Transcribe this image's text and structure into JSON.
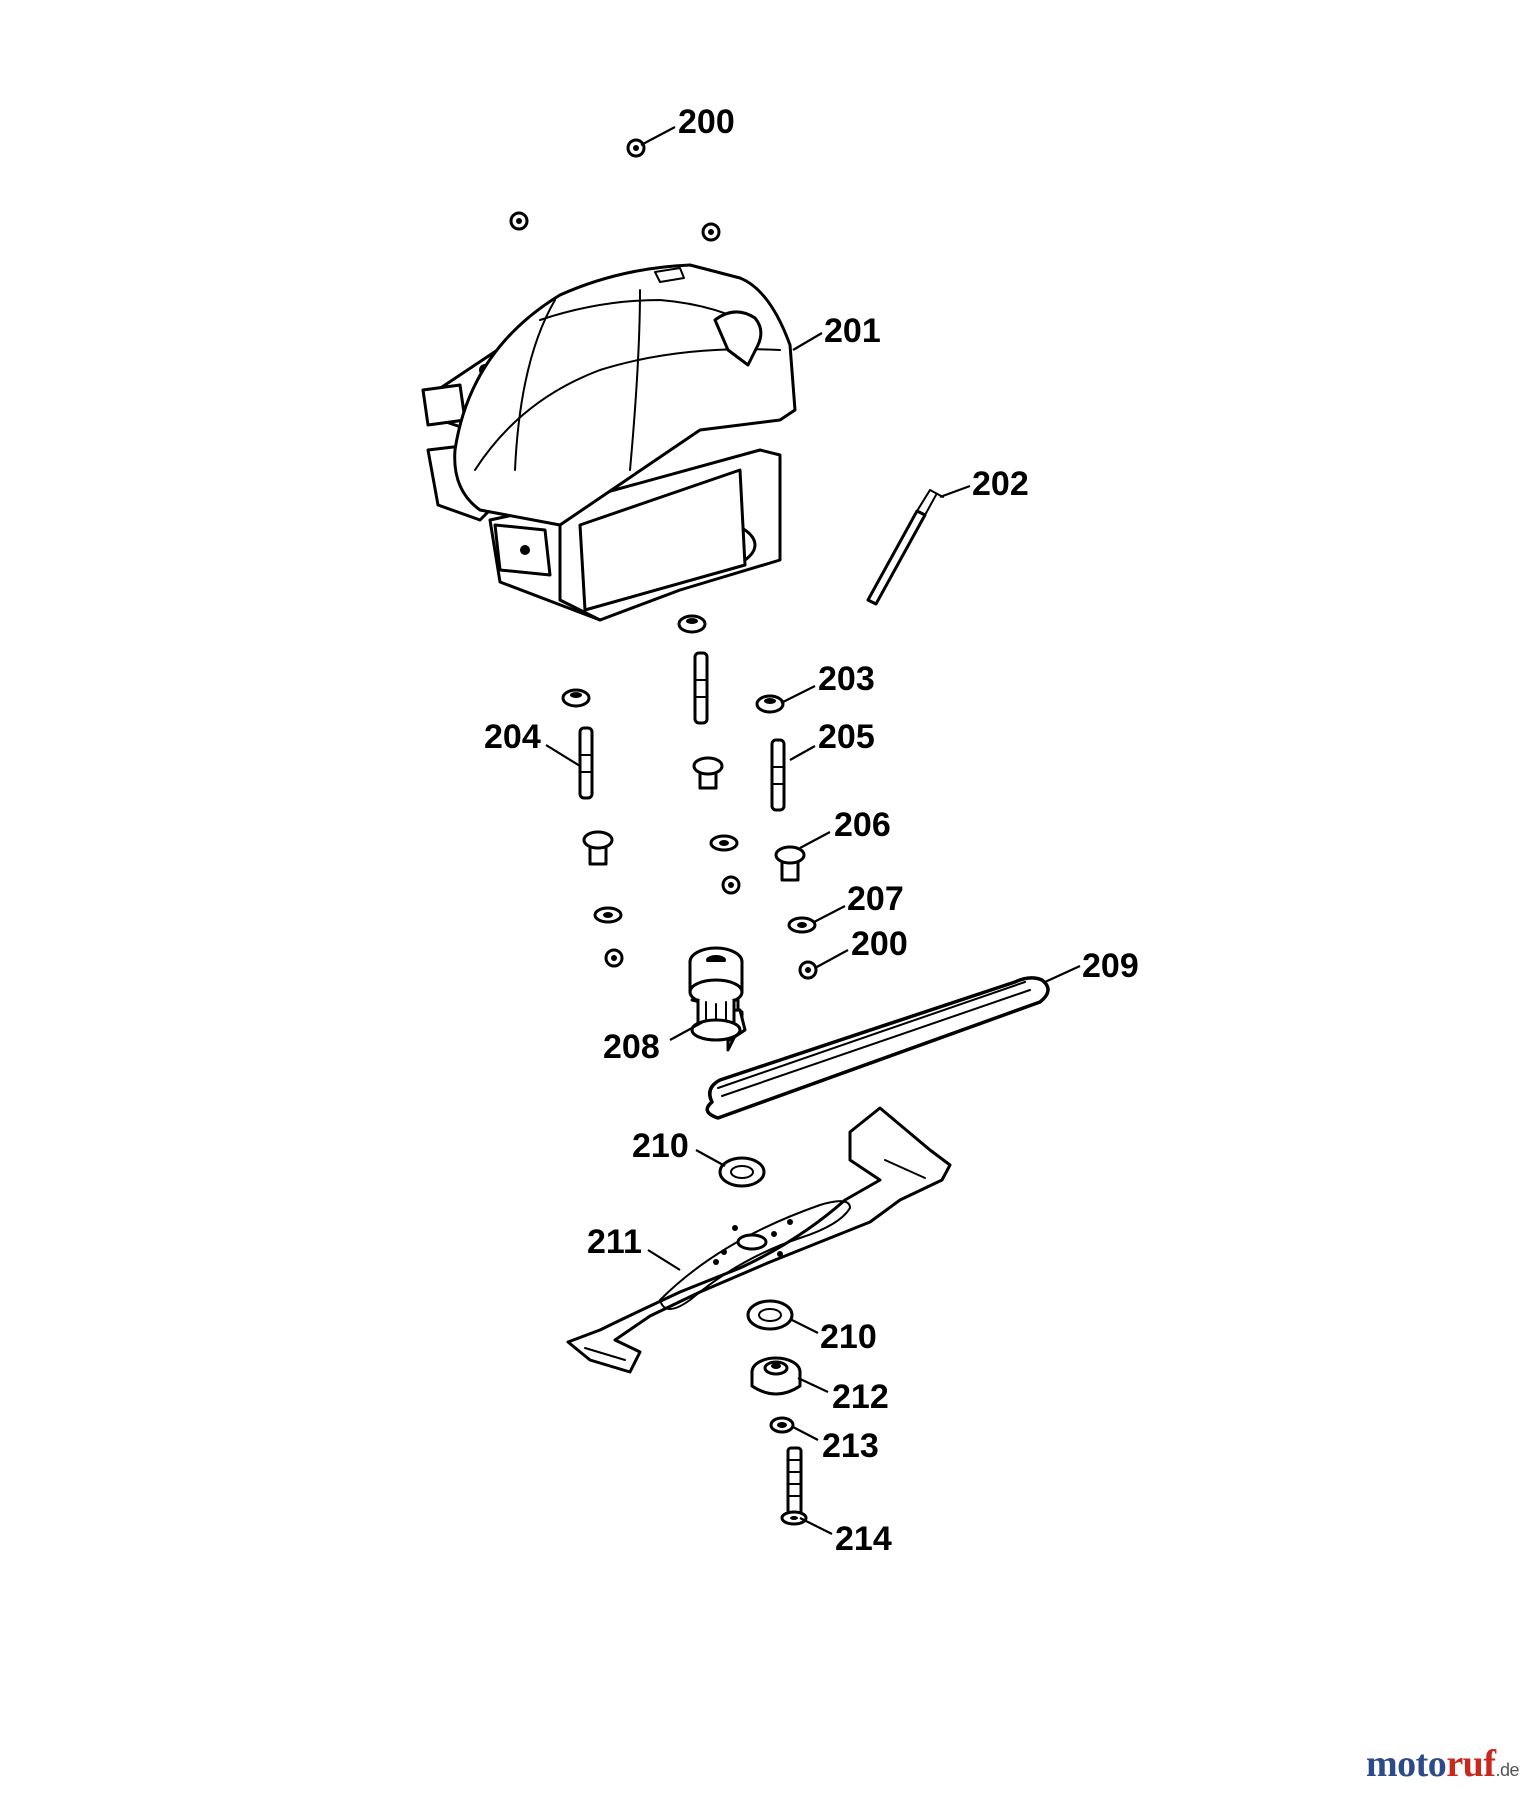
{
  "labels": {
    "p200_top": "200",
    "p201": "201",
    "p202": "202",
    "p203": "203",
    "p204": "204",
    "p205": "205",
    "p206": "206",
    "p207": "207",
    "p200_mid": "200",
    "p208": "208",
    "p209": "209",
    "p210_top": "210",
    "p211": "211",
    "p210_bottom": "210",
    "p212": "212",
    "p213": "213",
    "p214": "214"
  },
  "watermark": {
    "main": "moto",
    "accent": "ruf",
    "tld": ".de"
  }
}
